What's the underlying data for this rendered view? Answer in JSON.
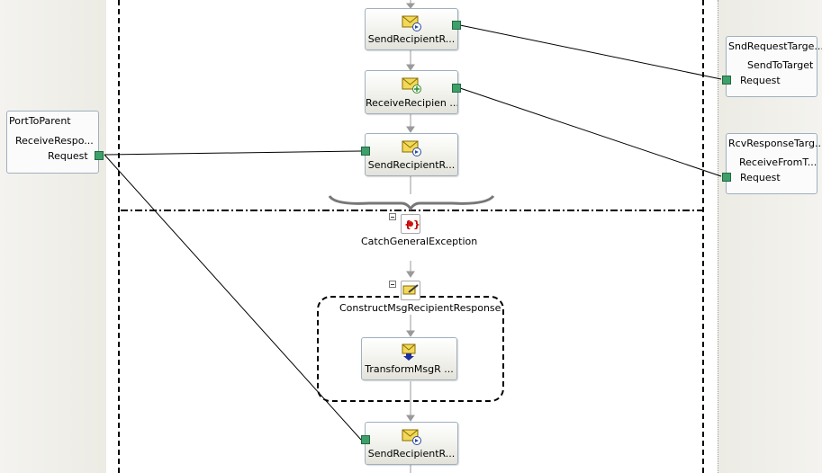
{
  "ports_left": {
    "port_to_parent": {
      "name": "PortToParent",
      "operation": "ReceiveRespo...",
      "message": "Request"
    }
  },
  "ports_right": {
    "snd_request_target": {
      "name": "SndRequestTarge...",
      "operation": "SendToTarget",
      "message": "Request"
    },
    "rcv_response_target": {
      "name": "RcvResponseTarg...",
      "operation": "ReceiveFromT...",
      "message": "Request"
    }
  },
  "shapes": {
    "send_recipient_1": {
      "label": "SendRecipientR...",
      "icon": "envelope-send-icon"
    },
    "receive_recipient": {
      "label": "ReceiveRecipien ...",
      "icon": "envelope-receive-icon"
    },
    "send_recipient_2": {
      "label": "SendRecipientR...",
      "icon": "envelope-send-icon"
    },
    "transform": {
      "label": "TransformMsgR ...",
      "icon": "envelope-transform-icon"
    },
    "send_recipient_3": {
      "label": "SendRecipientR...",
      "icon": "envelope-send-icon"
    }
  },
  "scopes": {
    "catch": {
      "label": "CatchGeneralException",
      "icon": "exception-catch-icon"
    },
    "construct": {
      "label": "ConstructMsgRecipientResponse",
      "icon": "construct-message-icon"
    }
  },
  "colors": {
    "port_connector": "#3f9f6a",
    "flow_line": "#9a9a9a",
    "binding_line": "#000000",
    "envelope": "#f3d95a"
  }
}
